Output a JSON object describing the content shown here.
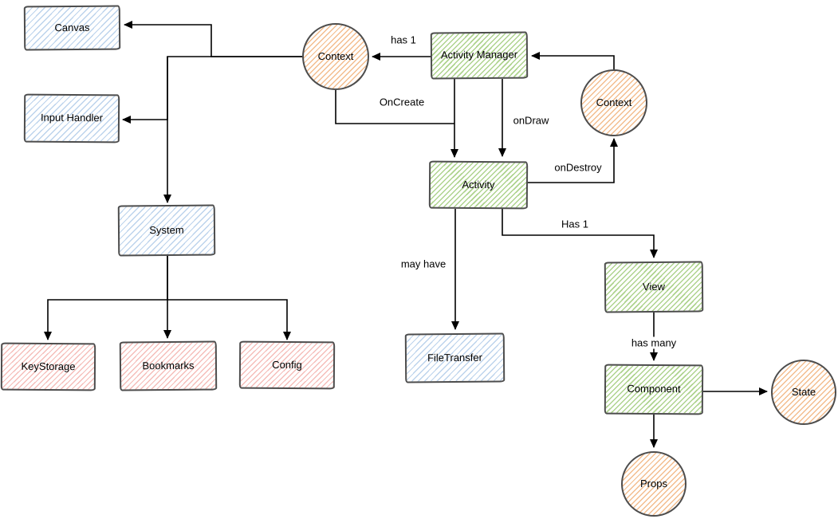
{
  "diagram": {
    "nodes": {
      "canvas": {
        "label": "Canvas",
        "shape": "rect",
        "color": "blue"
      },
      "input_handler": {
        "label": "Input Handler",
        "shape": "rect",
        "color": "blue"
      },
      "system": {
        "label": "System",
        "shape": "rect",
        "color": "blue"
      },
      "keystorage": {
        "label": "KeyStorage",
        "shape": "rect",
        "color": "pink"
      },
      "bookmarks": {
        "label": "Bookmarks",
        "shape": "rect",
        "color": "pink"
      },
      "config": {
        "label": "Config",
        "shape": "rect",
        "color": "pink"
      },
      "context_left": {
        "label": "Context",
        "shape": "circle",
        "color": "orange"
      },
      "activity_manager": {
        "label": "Activity Manager",
        "shape": "rect",
        "color": "green"
      },
      "context_right": {
        "label": "Context",
        "shape": "circle",
        "color": "orange"
      },
      "activity": {
        "label": "Activity",
        "shape": "rect",
        "color": "green"
      },
      "filetransfer": {
        "label": "FileTransfer",
        "shape": "rect",
        "color": "blue"
      },
      "view": {
        "label": "View",
        "shape": "rect",
        "color": "green"
      },
      "component": {
        "label": "Component",
        "shape": "rect",
        "color": "green"
      },
      "state": {
        "label": "State",
        "shape": "circle",
        "color": "orange"
      },
      "props": {
        "label": "Props",
        "shape": "circle",
        "color": "orange"
      }
    },
    "edge_labels": {
      "has_1": {
        "label": "has 1"
      },
      "oncreate": {
        "label": "OnCreate"
      },
      "ondraw": {
        "label": "onDraw"
      },
      "ondestroy": {
        "label": "onDestroy"
      },
      "has_1_view": {
        "label": "Has 1"
      },
      "may_have": {
        "label": "may have"
      },
      "has_many": {
        "label": "has many"
      }
    },
    "colors": {
      "background": "#ffffff",
      "edge_stroke": "#000000",
      "node_border": "#4d4d4d",
      "blue_hatch": "#bcd3ec",
      "green_hatch": "#aed38e",
      "orange_hatch": "#f3bd8e",
      "pink_hatch": "#f5bdb9",
      "label_text": "#000000"
    }
  }
}
